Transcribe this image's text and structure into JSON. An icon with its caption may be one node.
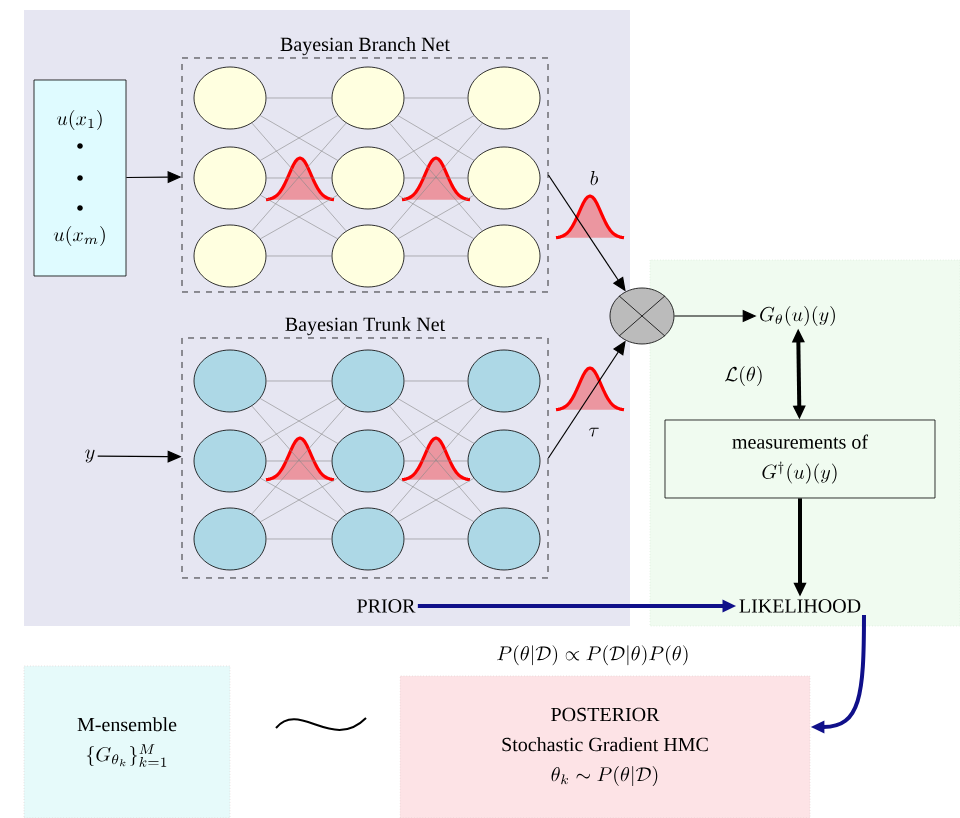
{
  "diagram": {
    "nodes": [
      {
        "text": [
          "u(x_1)",
          "u(x_m)"
        ]
      },
      {
        "text": [
          "Bayesian Branch Net"
        ]
      },
      {
        "text": [],
        "shape": "circle",
        "in": 1
      },
      {
        "text": [],
        "shape": "circle",
        "in": 1
      },
      {
        "text": [],
        "shape": "circle",
        "in": 1
      },
      {
        "text": [],
        "shape": "circle",
        "in": 1
      },
      {
        "text": [],
        "shape": "circle",
        "in": 1
      },
      {
        "text": [],
        "shape": "circle",
        "in": 1
      },
      {
        "text": [],
        "shape": "circle",
        "in": 1
      },
      {
        "text": [],
        "shape": "circle",
        "in": 1
      },
      {
        "text": [],
        "shape": "circle",
        "in": 1
      },
      {
        "text": [
          "Bayesian Trunk Net"
        ]
      },
      {
        "text": [],
        "shape": "circle",
        "in": 11
      },
      {
        "text": [],
        "shape": "circle",
        "in": 11
      },
      {
        "text": [],
        "shape": "circle",
        "in": 11
      },
      {
        "text": [],
        "shape": "circle",
        "in": 11
      },
      {
        "text": [],
        "shape": "circle",
        "in": 11
      },
      {
        "text": [],
        "shape": "circle",
        "in": 11
      },
      {
        "text": [],
        "shape": "circle",
        "in": 11
      },
      {
        "text": [],
        "shape": "circle",
        "in": 11
      },
      {
        "text": [],
        "shape": "circle",
        "in": 11
      },
      {
        "text": [
          "y"
        ]
      },
      {
        "text": [],
        "shape": "circle"
      },
      {
        "text": [
          "G_\\theta(u)(y)"
        ]
      },
      {
        "text": [
          "measurements of",
          "G^\\dagger(u)(y)"
        ]
      },
      {
        "text": [
          "PRIOR"
        ]
      },
      {
        "text": [
          "LIKELIHOOD"
        ]
      },
      {
        "text": [
          "M-ensemble",
          "\\{G_{\\theta_k}\\}_{k=1}^M"
        ]
      },
      {
        "text": [
          "POSTERIOR",
          "Stochastic Gradient HMC",
          "\\theta_k \\sim P(\\theta|\\mathcal{D})"
        ],
        "beside": [
          "P(\\theta|\\mathcal{D}) \\propto P(\\mathcal{D}|\\theta)P(\\theta)"
        ]
      }
    ],
    "edges": [
      {
        "from": 0,
        "to": 1,
        "arrow": "to",
        "color": "#000000"
      },
      {
        "from": 21,
        "to": 11,
        "arrow": "to",
        "color": "#000000"
      },
      {
        "from": 2,
        "to": 5,
        "arrow": "none",
        "color": "#888888"
      },
      {
        "from": 2,
        "to": 6,
        "arrow": "none",
        "color": "#888888"
      },
      {
        "from": 2,
        "to": 7,
        "arrow": "none",
        "color": "#888888"
      },
      {
        "from": 3,
        "to": 5,
        "arrow": "none",
        "color": "#888888"
      },
      {
        "from": 3,
        "to": 6,
        "arrow": "none",
        "color": "#888888"
      },
      {
        "from": 3,
        "to": 7,
        "arrow": "none",
        "color": "#888888"
      },
      {
        "from": 4,
        "to": 5,
        "arrow": "none",
        "color": "#888888"
      },
      {
        "from": 4,
        "to": 6,
        "arrow": "none",
        "color": "#888888"
      },
      {
        "from": 4,
        "to": 7,
        "arrow": "none",
        "color": "#888888"
      },
      {
        "from": 5,
        "to": 8,
        "arrow": "none",
        "color": "#888888"
      },
      {
        "from": 5,
        "to": 9,
        "arrow": "none",
        "color": "#888888"
      },
      {
        "from": 5,
        "to": 10,
        "arrow": "none",
        "color": "#888888"
      },
      {
        "from": 6,
        "to": 8,
        "arrow": "none",
        "color": "#888888"
      },
      {
        "from": 6,
        "to": 9,
        "arrow": "none",
        "color": "#888888"
      },
      {
        "from": 6,
        "to": 10,
        "arrow": "none",
        "color": "#888888"
      },
      {
        "from": 7,
        "to": 8,
        "arrow": "none",
        "color": "#888888"
      },
      {
        "from": 7,
        "to": 9,
        "arrow": "none",
        "color": "#888888"
      },
      {
        "from": 7,
        "to": 10,
        "arrow": "none",
        "color": "#888888"
      },
      {
        "from": 12,
        "to": 15,
        "arrow": "none",
        "color": "#888888"
      },
      {
        "from": 12,
        "to": 16,
        "arrow": "none",
        "color": "#888888"
      },
      {
        "from": 12,
        "to": 17,
        "arrow": "none",
        "color": "#888888"
      },
      {
        "from": 13,
        "to": 15,
        "arrow": "none",
        "color": "#888888"
      },
      {
        "from": 13,
        "to": 16,
        "arrow": "none",
        "color": "#888888"
      },
      {
        "from": 13,
        "to": 17,
        "arrow": "none",
        "color": "#888888"
      },
      {
        "from": 14,
        "to": 15,
        "arrow": "none",
        "color": "#888888"
      },
      {
        "from": 14,
        "to": 16,
        "arrow": "none",
        "color": "#888888"
      },
      {
        "from": 14,
        "to": 17,
        "arrow": "none",
        "color": "#888888"
      },
      {
        "from": 15,
        "to": 18,
        "arrow": "none",
        "color": "#888888"
      },
      {
        "from": 15,
        "to": 19,
        "arrow": "none",
        "color": "#888888"
      },
      {
        "from": 15,
        "to": 20,
        "arrow": "none",
        "color": "#888888"
      },
      {
        "from": 16,
        "to": 18,
        "arrow": "none",
        "color": "#888888"
      },
      {
        "from": 16,
        "to": 19,
        "arrow": "none",
        "color": "#888888"
      },
      {
        "from": 16,
        "to": 20,
        "arrow": "none",
        "color": "#888888"
      },
      {
        "from": 17,
        "to": 18,
        "arrow": "none",
        "color": "#888888"
      },
      {
        "from": 17,
        "to": 19,
        "arrow": "none",
        "color": "#888888"
      },
      {
        "from": 17,
        "to": 20,
        "arrow": "none",
        "color": "#888888"
      },
      {
        "from": 1,
        "to": 22,
        "arrow": "to",
        "label": "b",
        "color": "#000000"
      },
      {
        "from": 11,
        "to": 22,
        "arrow": "to",
        "label": "\\tau",
        "color": "#000000"
      },
      {
        "from": 22,
        "to": 23,
        "arrow": "to",
        "color": "#000000"
      },
      {
        "from": 23,
        "to": 24,
        "arrow": "both",
        "label": "\\mathcal{L}(\\theta)",
        "style": "thick",
        "color": "#000000"
      },
      {
        "from": 24,
        "to": 26,
        "arrow": "to",
        "style": "thick",
        "color": "#000000"
      },
      {
        "from": 25,
        "to": 26,
        "arrow": "to",
        "style": "thick",
        "color": "#10108a"
      },
      {
        "from": 26,
        "to": 28,
        "arrow": "to",
        "style": "thick",
        "color": "#10108a"
      }
    ]
  }
}
